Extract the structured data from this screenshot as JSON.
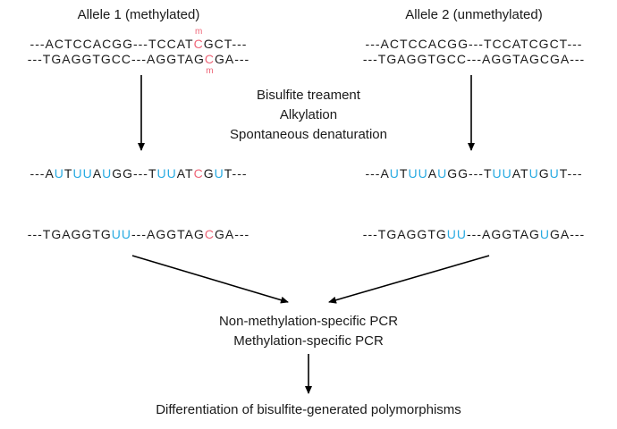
{
  "colors": {
    "blue": "#29abe2",
    "red": "#ee6678",
    "ink": "#1a1a1a"
  },
  "meth_label": "m",
  "alleles": {
    "left_title": "Allele 1 (methylated)",
    "right_title": "Allele 2 (unmethylated)"
  },
  "sequences": {
    "allele1_top": [
      {
        "t": "---ACTCCACGG---TCCAT"
      },
      {
        "t": "C",
        "c": "r",
        "mark": "above"
      },
      {
        "t": "GCT---"
      }
    ],
    "allele1_bottom": [
      {
        "t": "---TGAGGTGCC---AGGTAG"
      },
      {
        "t": "C",
        "c": "r",
        "mark": "below"
      },
      {
        "t": "GA---"
      }
    ],
    "allele2_top": [
      {
        "t": "---ACTCCACGG---TCCATCGCT---"
      }
    ],
    "allele2_bottom": [
      {
        "t": "---TGAGGTGCC---AGGTAGCGA---"
      }
    ],
    "allele1_conv_top": [
      {
        "t": "---A"
      },
      {
        "t": "U",
        "c": "u"
      },
      {
        "t": "T"
      },
      {
        "t": "UU",
        "c": "u"
      },
      {
        "t": "A"
      },
      {
        "t": "U",
        "c": "u"
      },
      {
        "t": "GG---T"
      },
      {
        "t": "UU",
        "c": "u"
      },
      {
        "t": "AT"
      },
      {
        "t": "C",
        "c": "r"
      },
      {
        "t": "G"
      },
      {
        "t": "U",
        "c": "u"
      },
      {
        "t": "T---"
      }
    ],
    "allele2_conv_top": [
      {
        "t": "---A"
      },
      {
        "t": "U",
        "c": "u"
      },
      {
        "t": "T"
      },
      {
        "t": "UU",
        "c": "u"
      },
      {
        "t": "A"
      },
      {
        "t": "U",
        "c": "u"
      },
      {
        "t": "GG---T"
      },
      {
        "t": "UU",
        "c": "u"
      },
      {
        "t": "AT"
      },
      {
        "t": "U",
        "c": "u"
      },
      {
        "t": "G"
      },
      {
        "t": "U",
        "c": "u"
      },
      {
        "t": "T---"
      }
    ],
    "allele1_conv_bottom": [
      {
        "t": "---TGAGGTG"
      },
      {
        "t": "UU",
        "c": "u"
      },
      {
        "t": "---AGGTAG"
      },
      {
        "t": "C",
        "c": "r"
      },
      {
        "t": "GA---"
      }
    ],
    "allele2_conv_bottom": [
      {
        "t": "---TGAGGTG"
      },
      {
        "t": "UU",
        "c": "u"
      },
      {
        "t": "---AGGTAG"
      },
      {
        "t": "U",
        "c": "u"
      },
      {
        "t": "GA---"
      }
    ]
  },
  "process": {
    "line1": "Bisulfite treament",
    "line2": "Alkylation",
    "line3": "Spontaneous denaturation"
  },
  "pcr": {
    "line1": "Non-methylation-specific PCR",
    "line2": "Methylation-specific PCR"
  },
  "result": "Differentiation of bisulfite-generated polymorphisms"
}
